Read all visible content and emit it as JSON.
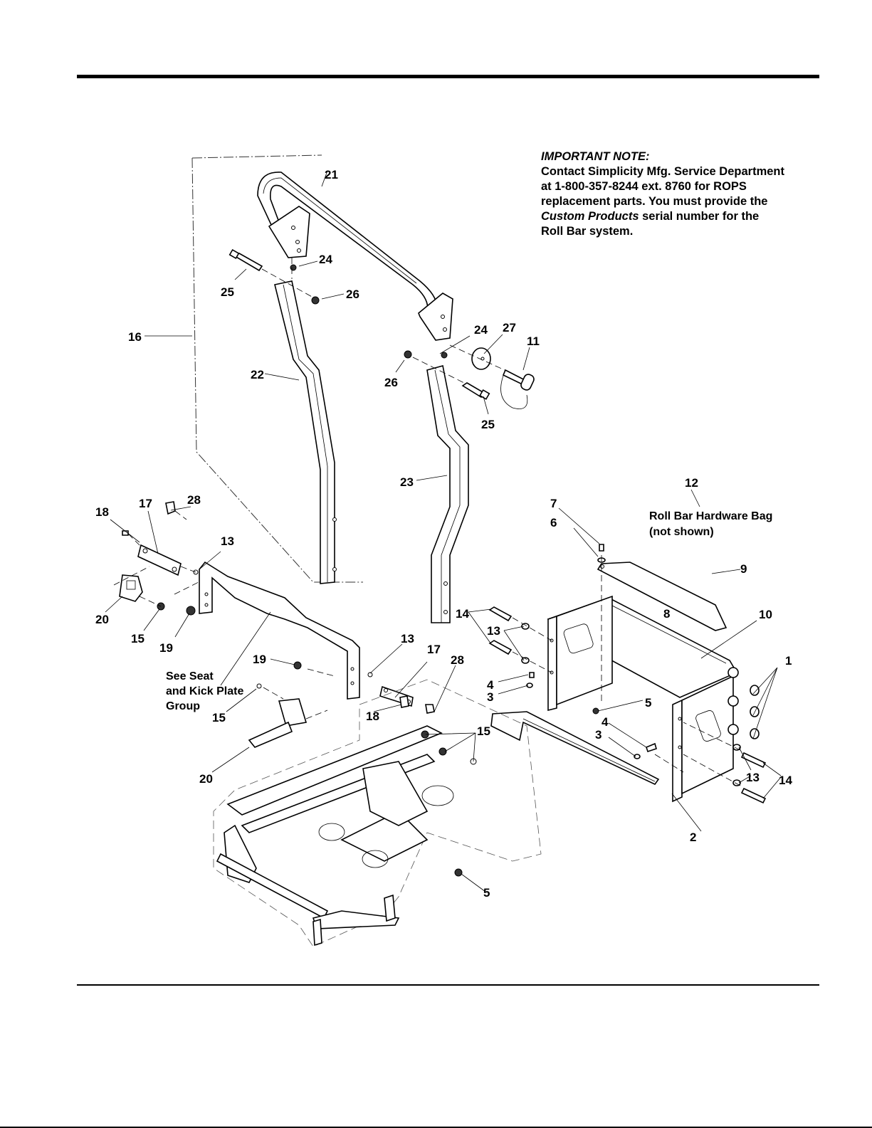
{
  "page": {
    "note": {
      "heading": "IMPORTANT NOTE:",
      "line1": "Contact Simplicity Mfg. Service Department",
      "line2": "at 1-800-357-8244 ext. 8760 for ROPS",
      "line3": "replacement parts.  You must provide the",
      "line4_italic": "Custom Products",
      "line4_rest": " serial number for the",
      "line5": "Roll Bar system."
    },
    "callouts": {
      "c1": "1",
      "c2": "2",
      "c3a": "3",
      "c3b": "3",
      "c4a": "4",
      "c4b": "4",
      "c5a": "5",
      "c5b": "5",
      "c6": "6",
      "c7": "7",
      "c8": "8",
      "c9": "9",
      "c10": "10",
      "c11": "11",
      "c12": "12",
      "c13a": "13",
      "c13b": "13",
      "c13c": "13",
      "c13d": "13",
      "c14a": "14",
      "c14b": "14",
      "c15a": "15",
      "c15b": "15",
      "c15c": "15",
      "c16": "16",
      "c17a": "17",
      "c17b": "17",
      "c18a": "18",
      "c18b": "18",
      "c19a": "19",
      "c19b": "19",
      "c20a": "20",
      "c20b": "20",
      "c21": "21",
      "c22": "22",
      "c23": "23",
      "c24a": "24",
      "c24b": "24",
      "c25a": "25",
      "c25b": "25",
      "c26a": "26",
      "c26b": "26",
      "c27": "27",
      "c28a": "28",
      "c28b": "28"
    },
    "annotations": {
      "hardware_bag_line1": "Roll Bar Hardware Bag",
      "hardware_bag_line2": "(not shown)",
      "see_seat_line1": "See Seat",
      "see_seat_line2": "and Kick Plate",
      "see_seat_line3": "Group"
    }
  }
}
